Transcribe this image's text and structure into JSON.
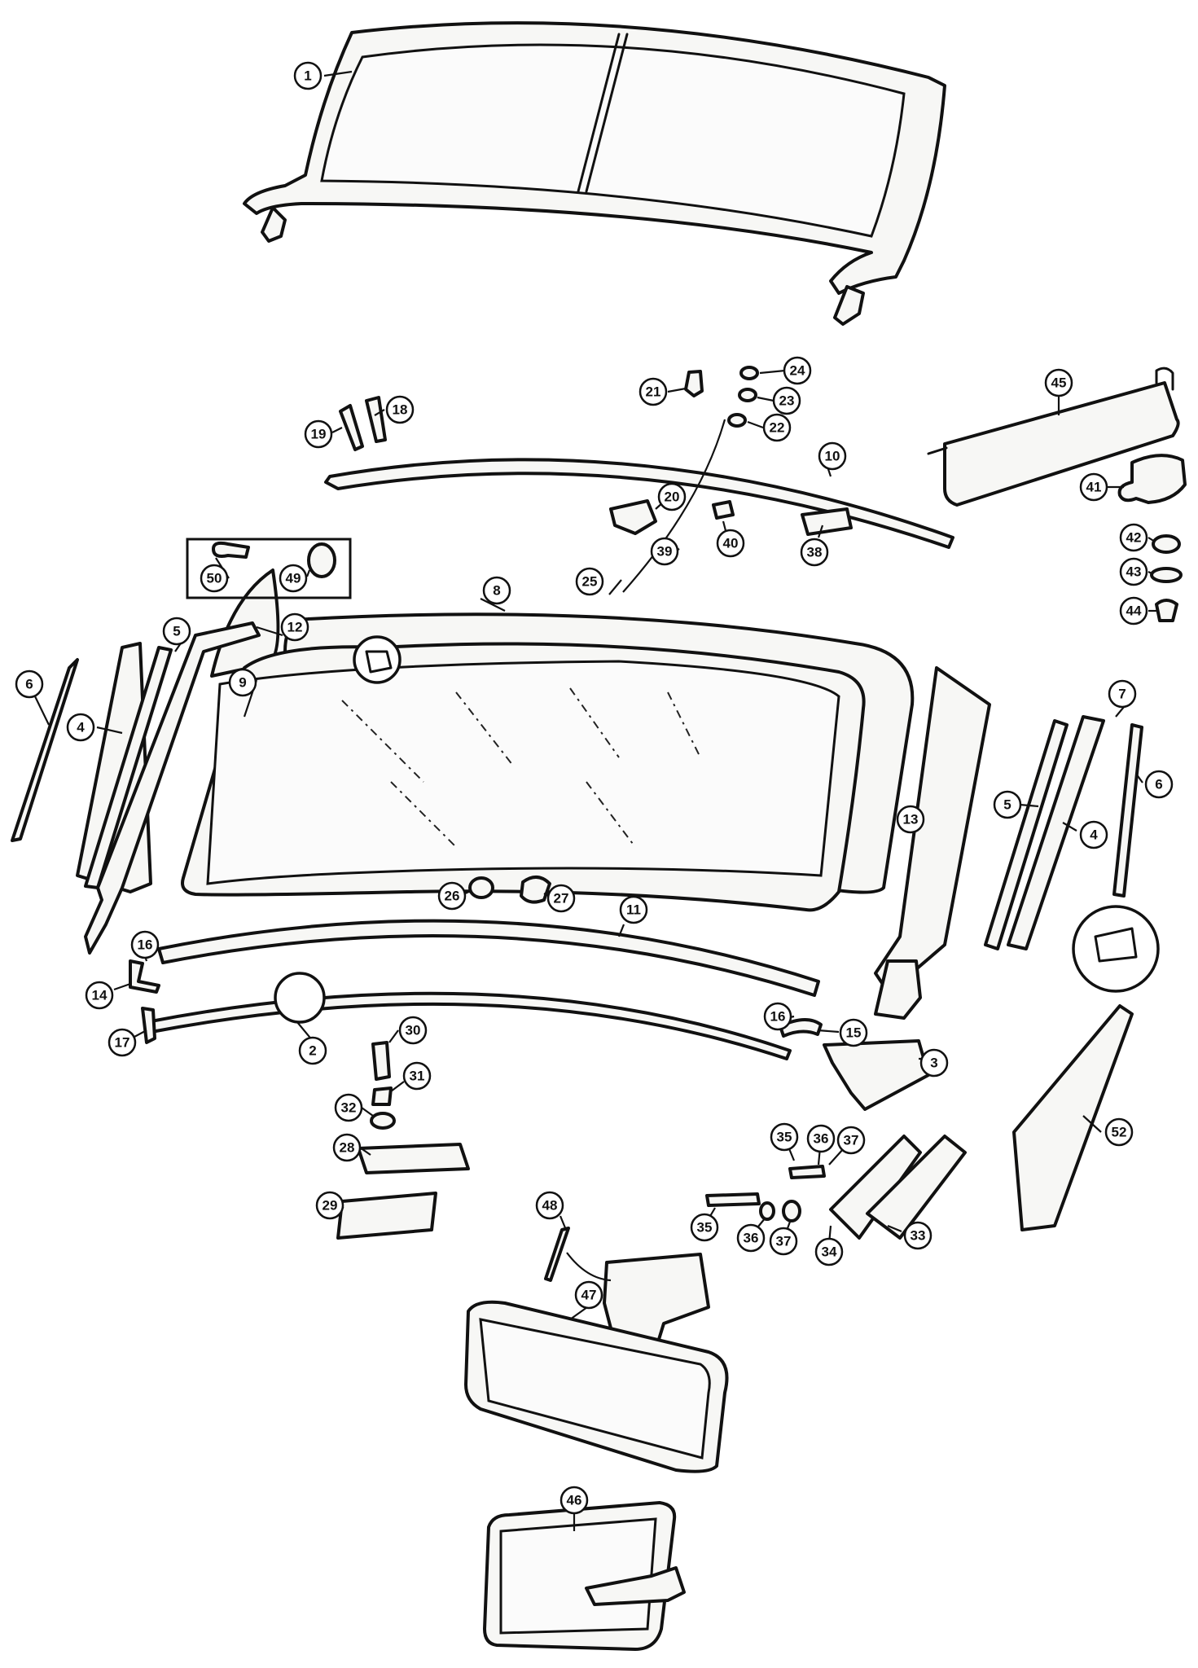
{
  "callouts": [
    {
      "id": "c1",
      "label": "1"
    },
    {
      "id": "c2",
      "label": "2"
    },
    {
      "id": "c3",
      "label": "3"
    },
    {
      "id": "c4a",
      "label": "4"
    },
    {
      "id": "c4b",
      "label": "4"
    },
    {
      "id": "c5a",
      "label": "5"
    },
    {
      "id": "c5b",
      "label": "5"
    },
    {
      "id": "c6a",
      "label": "6"
    },
    {
      "id": "c6b",
      "label": "6"
    },
    {
      "id": "c7",
      "label": "7"
    },
    {
      "id": "c8",
      "label": "8"
    },
    {
      "id": "c9",
      "label": "9"
    },
    {
      "id": "c10",
      "label": "10"
    },
    {
      "id": "c11",
      "label": "11"
    },
    {
      "id": "c12",
      "label": "12"
    },
    {
      "id": "c13",
      "label": "13"
    },
    {
      "id": "c14",
      "label": "14"
    },
    {
      "id": "c15",
      "label": "15"
    },
    {
      "id": "c16a",
      "label": "16"
    },
    {
      "id": "c16b",
      "label": "16"
    },
    {
      "id": "c17",
      "label": "17"
    },
    {
      "id": "c18",
      "label": "18"
    },
    {
      "id": "c19",
      "label": "19"
    },
    {
      "id": "c20",
      "label": "20"
    },
    {
      "id": "c21",
      "label": "21"
    },
    {
      "id": "c22",
      "label": "22"
    },
    {
      "id": "c23",
      "label": "23"
    },
    {
      "id": "c24",
      "label": "24"
    },
    {
      "id": "c25",
      "label": "25"
    },
    {
      "id": "c26",
      "label": "26"
    },
    {
      "id": "c27",
      "label": "27"
    },
    {
      "id": "c28",
      "label": "28"
    },
    {
      "id": "c29",
      "label": "29"
    },
    {
      "id": "c30",
      "label": "30"
    },
    {
      "id": "c31",
      "label": "31"
    },
    {
      "id": "c32",
      "label": "32"
    },
    {
      "id": "c33",
      "label": "33"
    },
    {
      "id": "c34",
      "label": "34"
    },
    {
      "id": "c35a",
      "label": "35"
    },
    {
      "id": "c35b",
      "label": "35"
    },
    {
      "id": "c36a",
      "label": "36"
    },
    {
      "id": "c36b",
      "label": "36"
    },
    {
      "id": "c37a",
      "label": "37"
    },
    {
      "id": "c37b",
      "label": "37"
    },
    {
      "id": "c38",
      "label": "38"
    },
    {
      "id": "c39",
      "label": "39"
    },
    {
      "id": "c40",
      "label": "40"
    },
    {
      "id": "c41",
      "label": "41"
    },
    {
      "id": "c42",
      "label": "42"
    },
    {
      "id": "c43",
      "label": "43"
    },
    {
      "id": "c44",
      "label": "44"
    },
    {
      "id": "c45",
      "label": "45"
    },
    {
      "id": "c46",
      "label": "46"
    },
    {
      "id": "c47",
      "label": "47"
    },
    {
      "id": "c48",
      "label": "48"
    },
    {
      "id": "c49",
      "label": "49"
    },
    {
      "id": "c50",
      "label": "50"
    },
    {
      "id": "c52",
      "label": "52"
    }
  ]
}
